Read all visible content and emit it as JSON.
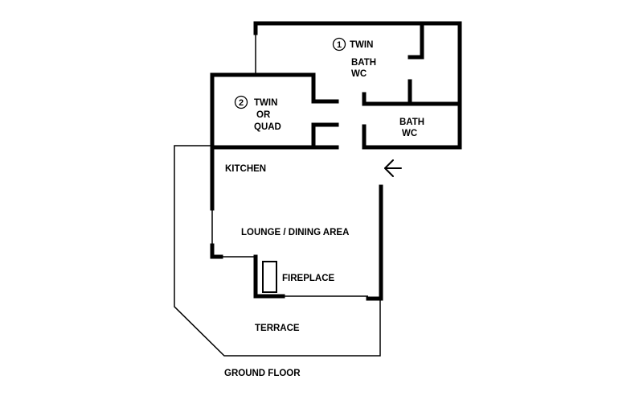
{
  "plan": {
    "title": "GROUND FLOOR",
    "colors": {
      "wall": "#000000",
      "background": "#ffffff"
    },
    "rooms": {
      "room1": {
        "number": "1",
        "type": "TWIN",
        "bath": "BATH",
        "wc": "WC"
      },
      "room2": {
        "number": "2",
        "type": "TWIN",
        "line2": "OR",
        "line3": "QUAD"
      },
      "bath_small": {
        "bath": "BATH",
        "wc": "WC"
      },
      "kitchen": "KITCHEN",
      "lounge": "LOUNGE / DINING AREA",
      "fireplace": "FIREPLACE",
      "terrace": "TERRACE"
    },
    "entrance_icon": "left-arrow-icon"
  }
}
